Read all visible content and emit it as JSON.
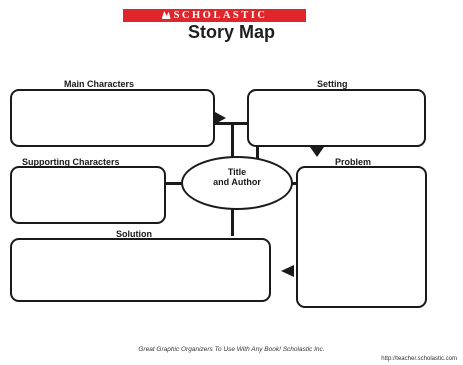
{
  "header": {
    "brand": "SCHOLASTIC",
    "title": "Story Map"
  },
  "organizer": {
    "main_characters": "Main Characters",
    "setting": "Setting",
    "supporting_characters": "Supporting Characters",
    "title_line1": "Title",
    "title_line2": "and Author",
    "problem": "Problem",
    "solution": "Solution"
  },
  "footer": {
    "tagline": "Great Graphic Organizers To Use With Any Book!  Scholastic Inc.",
    "url": "http://teacher.scholastic.com"
  },
  "colors": {
    "brand_red": "#e1262b",
    "ink": "#1a1a1a"
  }
}
